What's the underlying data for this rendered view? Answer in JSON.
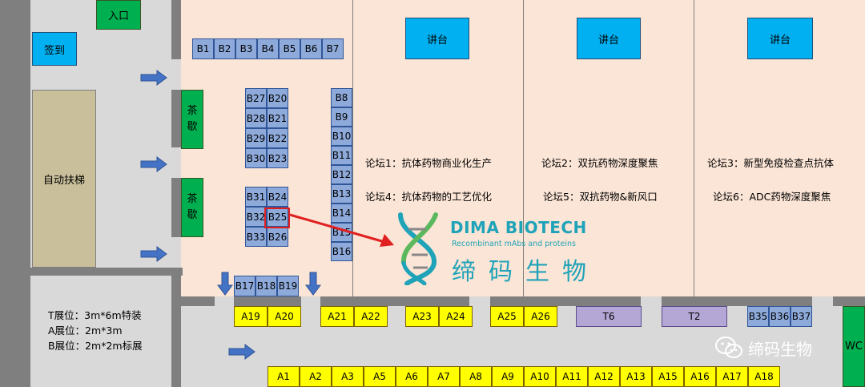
{
  "entrance": "入口",
  "checkin": "签到",
  "escalator": "自动扶梯",
  "tea_break": [
    "茶",
    "歇"
  ],
  "stages": [
    "讲台",
    "讲台",
    "讲台"
  ],
  "forums": [
    "论坛1：抗体药物商业化生产",
    "论坛4：抗体药物的工艺优化",
    "论坛2：双抗药物深度聚焦",
    "论坛5：双抗药物&新风口",
    "论坛3：新型免疫检查点抗体",
    "论坛6：ADC药物深度聚焦"
  ],
  "b_top": [
    "B1",
    "B2",
    "B3",
    "B4",
    "B5",
    "B6",
    "B7"
  ],
  "b_group1": [
    [
      "B27",
      "B20"
    ],
    [
      "B28",
      "B21"
    ],
    [
      "B29",
      "B22"
    ],
    [
      "B30",
      "B23"
    ]
  ],
  "b_group2": [
    [
      "B31",
      "B24"
    ],
    [
      "B32",
      "B25"
    ],
    [
      "B33",
      "B26"
    ]
  ],
  "b_column": [
    "B8",
    "B9",
    "B10",
    "B11",
    "B12",
    "B13",
    "B14",
    "B15",
    "B16"
  ],
  "b_bottom": [
    "B17",
    "B18",
    "B19"
  ],
  "a_row_top": [
    "A19",
    "A20",
    "A21",
    "A22",
    "A23",
    "A24",
    "A25",
    "A26"
  ],
  "t_booths": [
    "T6",
    "T2"
  ],
  "b_right": [
    "B35",
    "B36",
    "B37"
  ],
  "wc": "WC",
  "a_row_bottom": [
    "A1",
    "A2",
    "A3",
    "A5",
    "A6",
    "A7",
    "A8",
    "A9",
    "A10",
    "A11",
    "A12",
    "A13",
    "A15",
    "A16",
    "A17",
    "A18"
  ],
  "legend": [
    "T展位：3m*6m特装",
    "A展位：2m*3m",
    "B展位：2m*2m标展"
  ],
  "logo": {
    "name": "DIMA BIOTECH",
    "tagline": "Recombinant mAbs and proteins",
    "chinese": "缔码生物"
  },
  "watermark": "缔码生物",
  "colors": {
    "hall": "#fbe5d6",
    "stage": "#00b0f0",
    "b_booth": "#8eaadb",
    "a_booth": "#ffff00",
    "t_booth": "#b4a7d6",
    "green": "#00b050",
    "logo_teal": "#1fa3b8",
    "highlight": "#e02020"
  }
}
